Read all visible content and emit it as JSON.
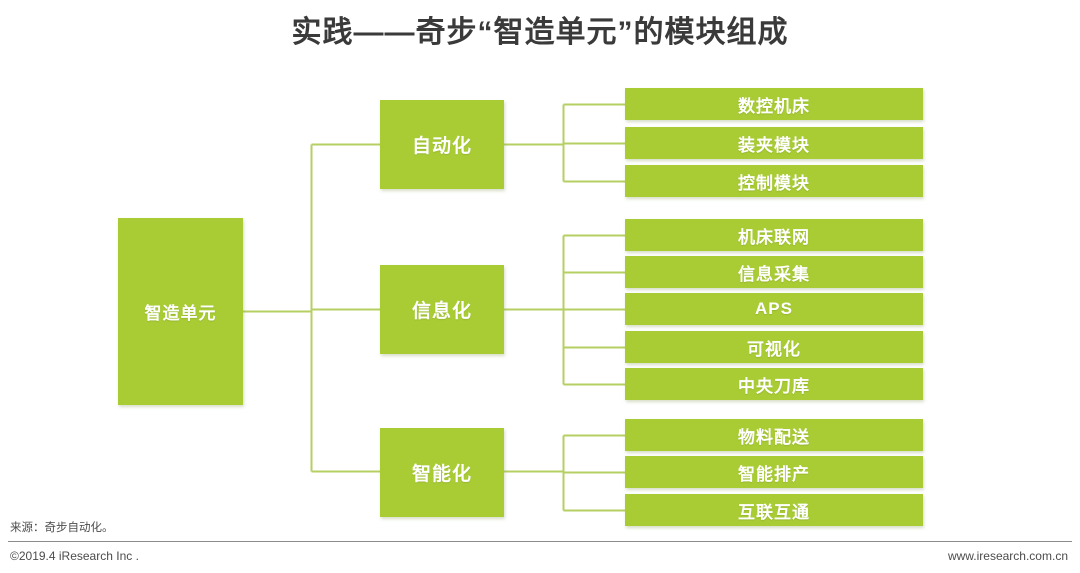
{
  "slide": {
    "title": "实践——奇步“智造单元”的模块组成",
    "accent_color": "#a9cc34",
    "connector_color": "#b5cf62",
    "title_color": "#3a3a3a"
  },
  "diagram": {
    "type": "tree",
    "root": {
      "label": "智造单元"
    },
    "branches": [
      {
        "label": "自动化",
        "leaves": [
          {
            "label": "数控机床"
          },
          {
            "label": "装夹模块"
          },
          {
            "label": "控制模块"
          }
        ]
      },
      {
        "label": "信息化",
        "leaves": [
          {
            "label": "机床联网"
          },
          {
            "label": "信息采集"
          },
          {
            "label": "APS"
          },
          {
            "label": "可视化"
          },
          {
            "label": "中央刀库"
          }
        ]
      },
      {
        "label": "智能化",
        "leaves": [
          {
            "label": "物料配送"
          },
          {
            "label": "智能排产"
          },
          {
            "label": "互联互通"
          }
        ]
      }
    ]
  },
  "footer": {
    "source": "来源：奇步自动化。",
    "copyright": "©2019.4 iResearch Inc .",
    "url": "www.iresearch.com.cn"
  }
}
